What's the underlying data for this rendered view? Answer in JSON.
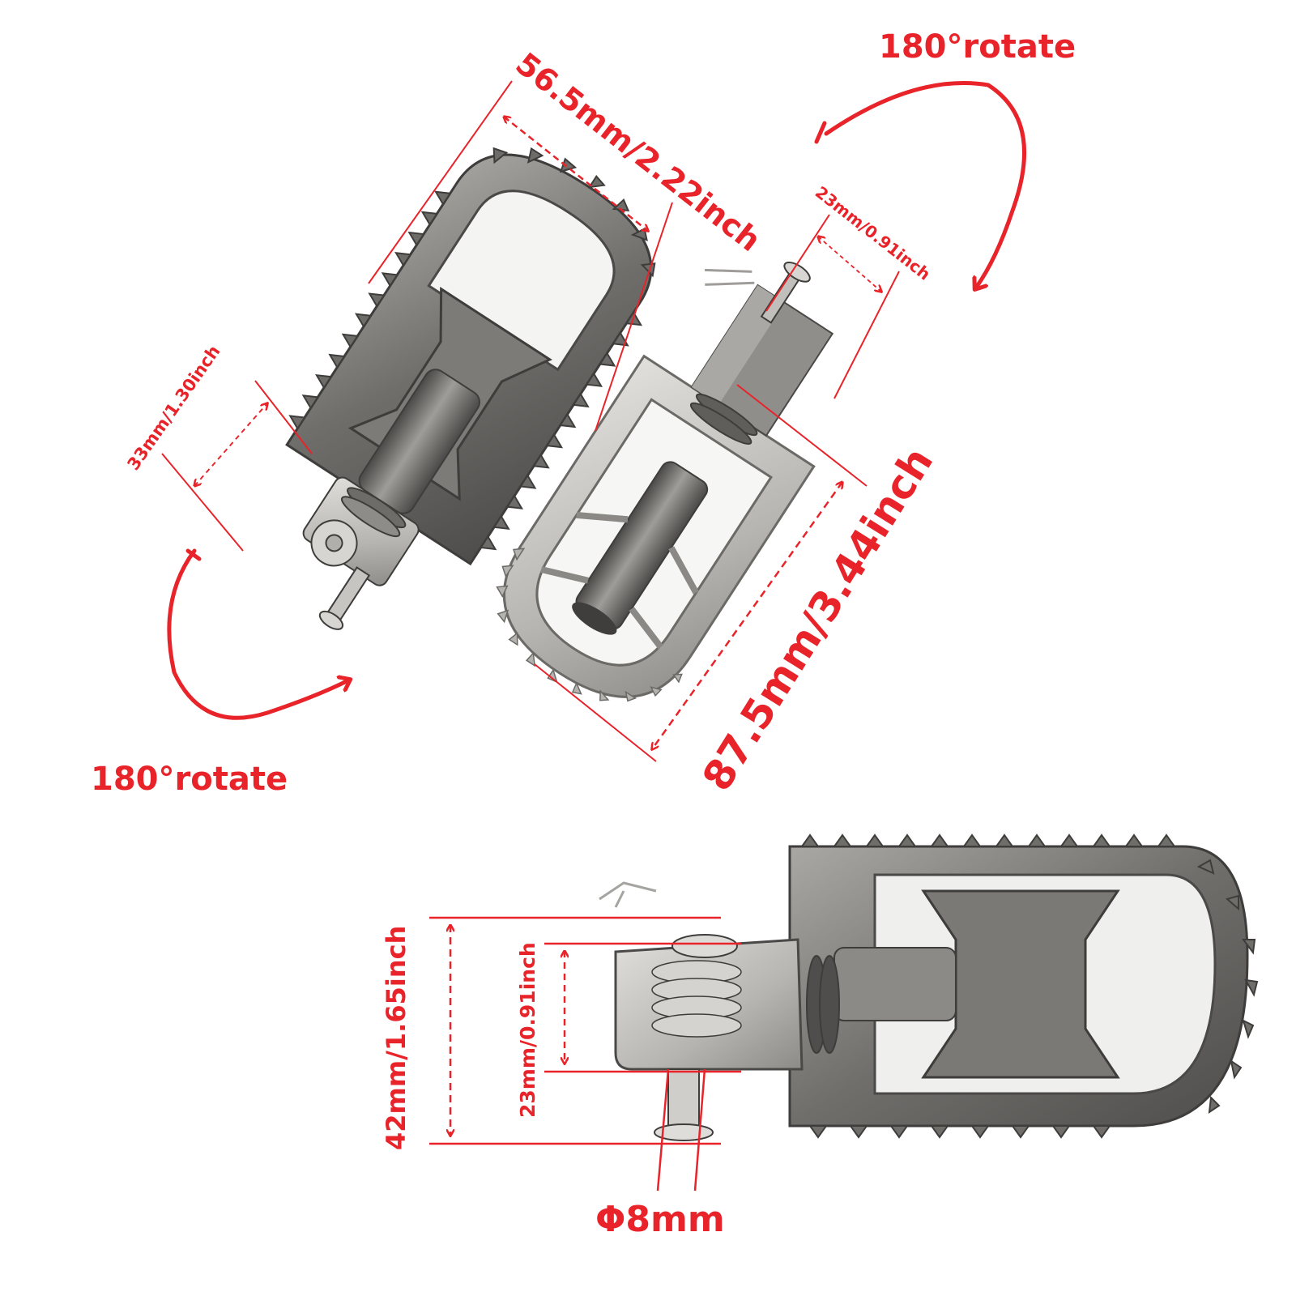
{
  "colors": {
    "annotation": "#e8242a",
    "metal_dark": "#5b5a58",
    "metal_mid": "#8d8c89",
    "metal_light": "#c9c8c4",
    "background": "#ffffff"
  },
  "annotations": {
    "width_top": "56.5mm/2.22inch",
    "rotate_top": "180°rotate",
    "pin_gap_top": "23mm/0.91inch",
    "mount_width": "33mm/1.30inch",
    "length": "87.5mm/3.44inch",
    "rotate_bottom": "180°rotate",
    "height_side": "42mm/1.65inch",
    "clevis_side": "23mm/0.91inch",
    "bolt_diameter": "Φ8mm"
  },
  "objects": [
    "footpeg-top-view",
    "footpeg-bottom-view",
    "footpeg-side-view"
  ]
}
